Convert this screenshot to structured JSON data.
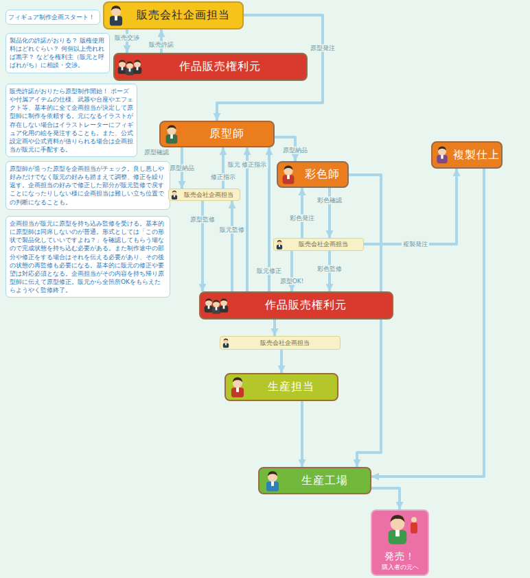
{
  "diagram": {
    "nodes": [
      {
        "text": [
          "フィギュア制作企画スタート！"
        ]
      },
      {
        "text": [
          "販売会社企画担当"
        ]
      },
      {
        "text": [
          "製品化の許諾がおりる？ 版権使用料はどれぐらい？ 何個以上売れれば黒字？ などを権利主（販元と呼ばれがち）に相談・交渉。"
        ]
      },
      {
        "text": [
          "作品販売権利元"
        ]
      },
      {
        "text": [
          "販売許諾がおりたら原型制作開始！ ポーズや付属アイテムの仕様、武器や台座やエフェクト等、基本的に全て企画担当が決定して原型師に制作を依頼する。元になるイラストが存在しない場合はイラストレーターにフィギュア化用の絵を発注することも。また、公式設定画や公式資料が借りられる場合は企画担当が販元に手配する。"
        ]
      },
      {
        "text": [
          "原型師"
        ]
      },
      {
        "text": [
          "複製仕上"
        ]
      },
      {
        "text": [
          "彩色師"
        ]
      },
      {
        "text": [
          "原型師が造った原型を企画担当がチェック。良し悪しや好みだけでなく販元の好みも踏まえて調整、修正を繰り返す。企画担当の好みで修正した部分が販元監修で戻すことになったりしない様に企画担当は難しい立ち位置での判断になることも。"
        ]
      },
      {
        "text": [
          "販売会社企画担当"
        ]
      },
      {
        "text": [
          "企画担当が販元に原型を持ち込み監修を受ける。基本的に原型師は同席しないのが普通。形式としては「この形状で製品化していいですよね？」を確認してもらう場なので完成状態を持ち込む必要がある。また制作途中の部分や修正をする場合はそれを伝える必要があり、その後の状態の再監修も必要になる。基本的に販元の修正や要望は対応必須となる。企画担当がその内容を持ち帰り原型師に伝えて原型修正。販元から全箇所OKをもらえたらようやく監修終了。"
        ]
      },
      {
        "text": [
          "販売会社企画担当"
        ]
      },
      {
        "text": [
          "作品販売権利元"
        ]
      },
      {
        "text": [
          "販売会社企画担当"
        ]
      },
      {
        "text": [
          "生産担当"
        ]
      },
      {
        "text": [
          "生産工場"
        ]
      },
      {
        "text": [
          "発売！",
          "購入者の元へ"
        ]
      }
    ],
    "edges": [
      {
        "from": 1,
        "to": 3,
        "label": "販売交渉",
        "arrow": "to"
      },
      {
        "from": 3,
        "to": 1,
        "label": "販売許諾",
        "arrow": "to"
      },
      {
        "from": 1,
        "to": 5,
        "label": "原型発注",
        "arrow": "to"
      },
      {
        "from": 5,
        "to": 9,
        "label": "原型納品",
        "arrow": "to"
      },
      {
        "from": 9,
        "to": 5,
        "label": "修正指示",
        "arrow": "to"
      },
      {
        "from": 9,
        "to": 12,
        "label": "原型監修",
        "arrow": "to"
      },
      {
        "from": 12,
        "to": 5,
        "label": "販元 修正指示",
        "arrow": "to"
      },
      {
        "from": 5,
        "to": 7,
        "label": "原型納品",
        "arrow": "to"
      },
      {
        "from": 12,
        "to": 9,
        "label": "販元監修",
        "arrow": "to"
      },
      {
        "from": 12,
        "to": 5,
        "label": "販元修正",
        "arrow": "to"
      },
      {
        "from": 7,
        "to": 11,
        "label": "彩色確認",
        "arrow": "to"
      },
      {
        "from": 11,
        "to": 7,
        "label": "彩色発注",
        "arrow": "to"
      },
      {
        "from": 11,
        "to": 6,
        "label": "複製発注",
        "arrow": "to"
      },
      {
        "from": 11,
        "to": 12,
        "label": "彩色監修",
        "arrow": "to"
      },
      {
        "from": 11,
        "to": 12,
        "label": "原型OK!",
        "arrow": "to"
      },
      {
        "from": 12,
        "to": 13,
        "arrow": "to"
      },
      {
        "from": 13,
        "to": 14,
        "arrow": "to"
      },
      {
        "from": 14,
        "to": 15,
        "arrow": "to"
      },
      {
        "from": 6,
        "to": 15,
        "arrow": "to"
      },
      {
        "from": 15,
        "to": 16,
        "arrow": "to"
      },
      {
        "from": 7,
        "to": 15,
        "arrow": "to"
      }
    ],
    "labels": [
      "原型確認"
    ]
  }
}
